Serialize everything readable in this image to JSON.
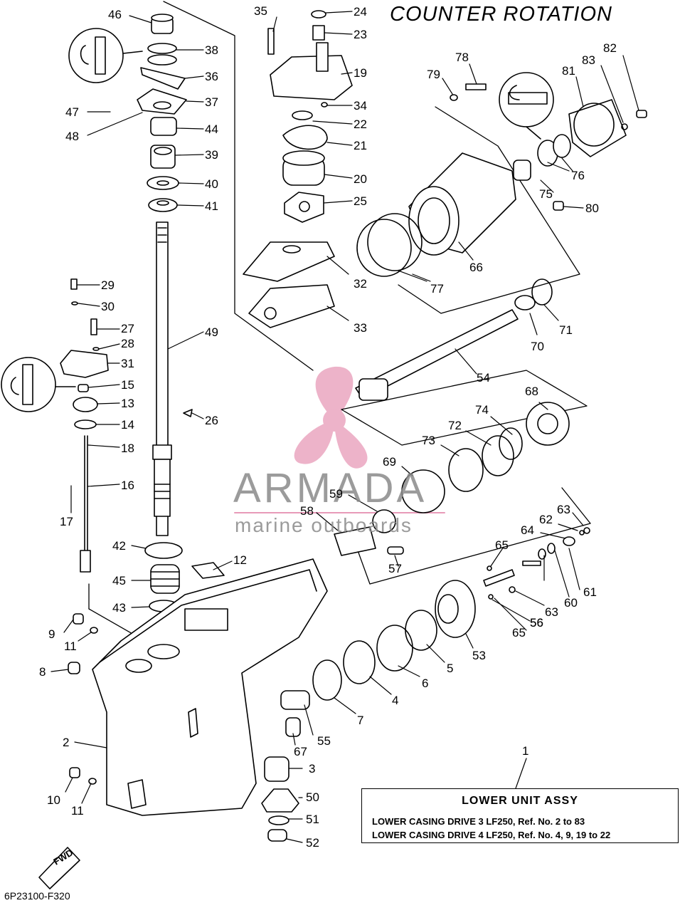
{
  "heading": "COUNTER ROTATION",
  "diagram_code": "6P23100-F320",
  "forward_marker": "FWD",
  "watermark": {
    "brand": "ARMADA",
    "tagline": "marine outboards",
    "color": "#e89ab8"
  },
  "legend": {
    "title": "LOWER UNIT ASSY",
    "line1": "LOWER CASING DRIVE 3 LF250,  Ref. No. 2 to 83",
    "line2": "LOWER CASING DRIVE 4 LF250,  Ref. No. 4, 9, 19 to 22"
  },
  "callouts": {
    "n1": "1",
    "n2": "2",
    "n3": "3",
    "n4": "4",
    "n5": "5",
    "n6": "6",
    "n7": "7",
    "n8": "8",
    "n9": "9",
    "n10": "10",
    "n11a": "11",
    "n11b": "11",
    "n12": "12",
    "n13": "13",
    "n14": "14",
    "n15": "15",
    "n16": "16",
    "n17": "17",
    "n18": "18",
    "n19": "19",
    "n20": "20",
    "n21": "21",
    "n22": "22",
    "n23": "23",
    "n24": "24",
    "n25": "25",
    "n26": "26",
    "n27": "27",
    "n28": "28",
    "n29": "29",
    "n30": "30",
    "n31": "31",
    "n32": "32",
    "n33": "33",
    "n34": "34",
    "n35": "35",
    "n36": "36",
    "n37": "37",
    "n38": "38",
    "n39": "39",
    "n40": "40",
    "n41": "41",
    "n42": "42",
    "n43": "43",
    "n44": "44",
    "n45": "45",
    "n46": "46",
    "n47": "47",
    "n48": "48",
    "n49": "49",
    "n50": "50",
    "n51": "51",
    "n52": "52",
    "n53": "53",
    "n54": "54",
    "n55": "55",
    "n56a": "56",
    "n56b": "56",
    "n57": "57",
    "n58": "58",
    "n59": "59",
    "n60": "60",
    "n61": "61",
    "n62": "62",
    "n63a": "63",
    "n63b": "63",
    "n64": "64",
    "n65a": "65",
    "n65b": "65",
    "n66": "66",
    "n67": "67",
    "n68": "68",
    "n69": "69",
    "n70": "70",
    "n71": "71",
    "n72": "72",
    "n73": "73",
    "n74": "74",
    "n75": "75",
    "n76": "76",
    "n77": "77",
    "n78": "78",
    "n79": "79",
    "n80": "80",
    "n81": "81",
    "n82": "82",
    "n83": "83"
  }
}
